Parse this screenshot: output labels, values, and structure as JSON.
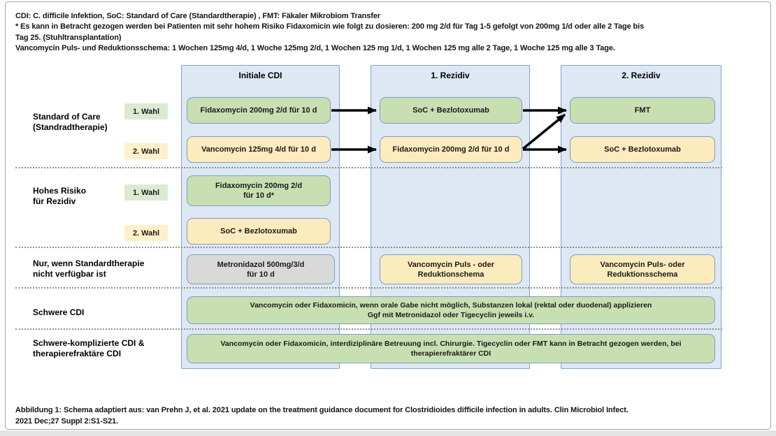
{
  "page": {
    "notes": {
      "lines": [
        "CDI: C. difficile Infektion, SoC: Standard of Care (Standardtherapie) , FMT: Fäkaler Mikrobiom Transfer",
        "* Es kann in Betracht gezogen werden bei Patienten mit sehr hohem Risiko Fidaxomicin wie folgt zu dosieren: 200 mg 2/d für Tag 1-5 gefolgt von 200mg 1/d oder alle 2 Tage bis",
        "Tag 25. (Stuhltransplantation)",
        "Vancomycin Puls- und Reduktionsschema: 1 Wochen 125mg 4/d, 1 Woche 125mg 2/d, 1 Wochen 125 mg 1/d, 1 Wochen 125 mg alle 2 Tage,  1 Woche 125 mg alle 3 Tage."
      ]
    },
    "caption": "Abbildung 1: Schema adaptiert aus: van Prehn J, et al.  2021 update on the treatment guidance document for Clostridioides difficile infection in adults. Clin Microbiol Infect.\n2021 Dec;27 Suppl 2:S1-S21."
  },
  "columns": [
    {
      "title": "Initiale CDI"
    },
    {
      "title": "1. Rezidiv"
    },
    {
      "title": "2. Rezidiv"
    }
  ],
  "rows": [
    {
      "label": "Standard of Care\n(Standradtherapie)"
    },
    {
      "label": "Hohes Risiko\nfür Rezidiv"
    },
    {
      "label": "Nur, wenn Standardtherapie\nnicht verfügbar ist"
    },
    {
      "label": "Schwere CDI"
    },
    {
      "label": "Schwere-komplizierte CDI &\ntherapierefraktäre CDI"
    }
  ],
  "badges": {
    "wahl1": "1. Wahl",
    "wahl2": "2. Wahl"
  },
  "boxes": {
    "r1c1": "Fidaxomycin 200mg 2/d für 10 d",
    "r1c1b": "Vancomycin 125mg 4/d für 10 d",
    "r1c2": "SoC + Bezlotoxumab",
    "r1c2b": "Fidaxomycin 200mg 2/d für 10 d",
    "r1c3": "FMT",
    "r1c3b": "SoC + Bezlotoxumab",
    "r2c1": "Fidaxomycin 200mg 2/d\nfür 10 d*",
    "r2c1b": "SoC + Bezlotoxumab",
    "r3c1": "Metronidazol 500mg/3/d\nfür 10 d",
    "r3c2": "Vancomycin Puls - oder\nReduktionschema",
    "r3c3": "Vancomycin Puls- oder\nReduktionsschema",
    "r4wide": "Vancomycin oder Fidaxomicin, wenn orale Gabe nicht möglich, Substanzen lokal (rektal oder duodenal)  applizieren\nGgf mit Metronidazol oder Tigecyclin jeweils i.v.",
    "r5wide": "Vancomycin oder Fidaxomicin, interdiziplinäre Betreuung incl. Chirurgie.  Tigecyclin oder FMT kann in Betracht gezogen werden, bei\ntherapierefraktärer CDI"
  },
  "connections": [
    {
      "from": "r1c1",
      "to": "r1c2"
    },
    {
      "from": "r1c1b",
      "to": "r1c2b"
    },
    {
      "from": "r1c2",
      "to": "r1c3"
    },
    {
      "from": "r1c2b",
      "to": "r1c3"
    },
    {
      "from": "r1c2b",
      "to": "r1c3b"
    }
  ],
  "colors": {
    "panel_fill": "#dde8f4",
    "panel_border": "#7d9ec5",
    "box_green": "#c8dfb2",
    "box_yellow": "#fcebbd",
    "box_gray": "#d9d9d9",
    "badge_green": "#dcead2",
    "badge_yellow": "#fdf0cb",
    "arrow": "#000000"
  }
}
